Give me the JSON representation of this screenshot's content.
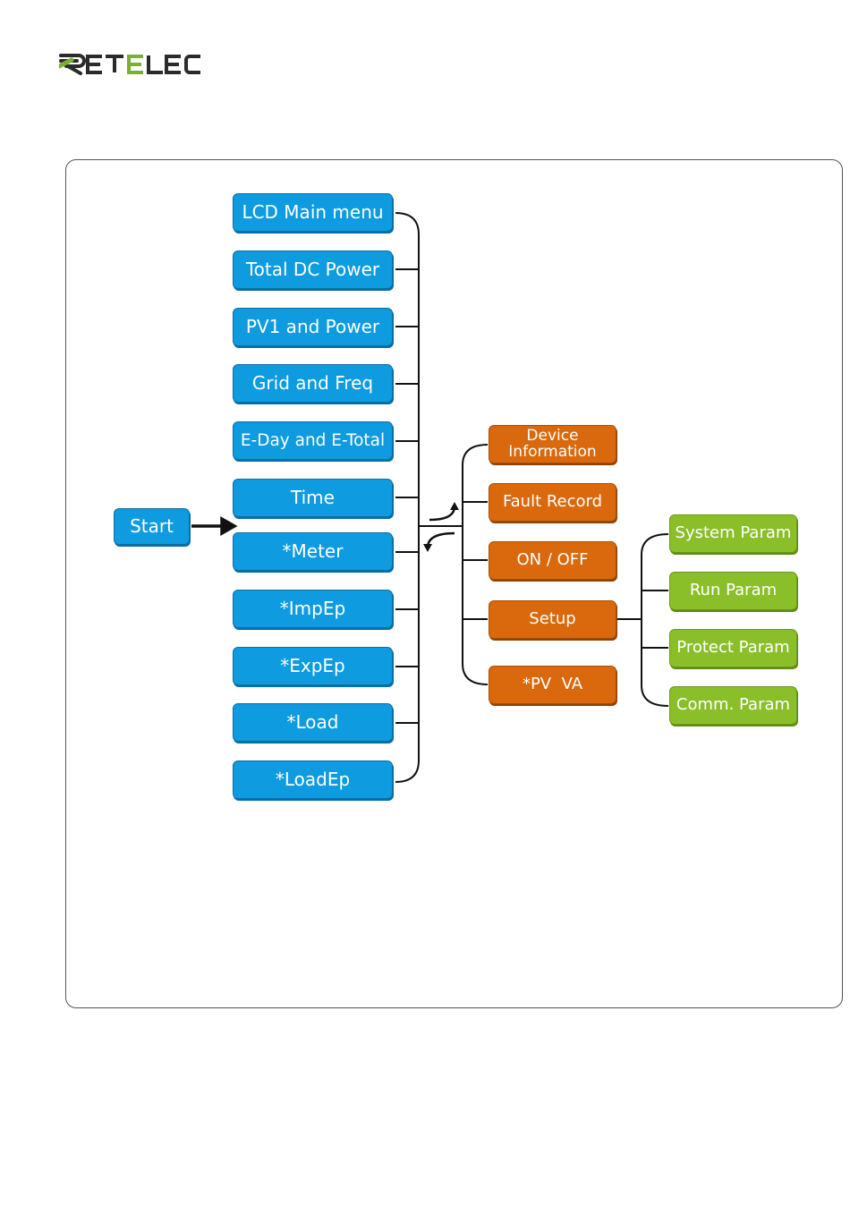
{
  "brand": {
    "logo_text": "RETELEC",
    "logo_accent": "#7ab030",
    "logo_dark": "#2b2b2b"
  },
  "colors": {
    "level1": "#0e9be0",
    "level2": "#d9690c",
    "level3": "#8bbf2a",
    "line": "#111111"
  },
  "start": {
    "label": "Start"
  },
  "main_menu": [
    "LCD Main menu",
    "Total DC Power",
    "PV1 and Power",
    "Grid and Freq",
    "E-Day and E-Total",
    "Time",
    "*Meter",
    "*ImpEp",
    "*ExpEp",
    "*Load",
    "*LoadEp"
  ],
  "sub_menu": {
    "device_information": {
      "line1": "Device",
      "line2": "Information"
    },
    "fault_record": "Fault Record",
    "on_off": "ON / OFF",
    "setup": "Setup",
    "pv_va": "*PV  VA"
  },
  "setup_menu": [
    "System Param",
    "Run Param",
    "Protect Param",
    "Comm. Param"
  ]
}
